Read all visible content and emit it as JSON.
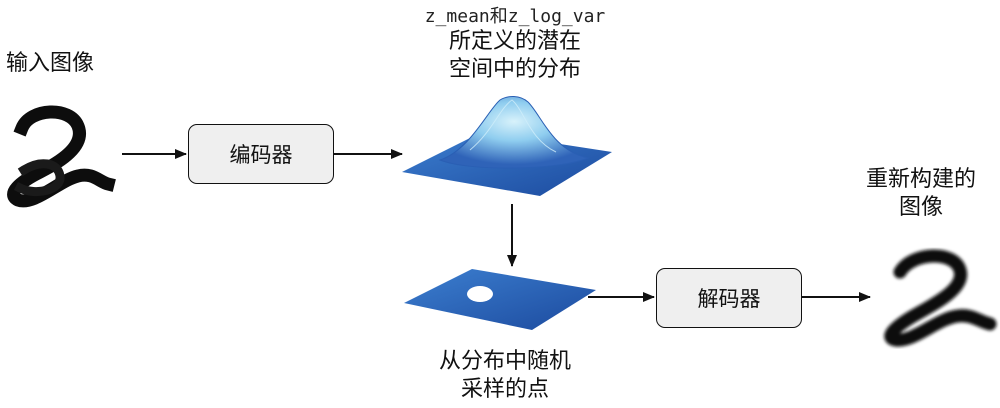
{
  "input": {
    "label": "输入图像"
  },
  "encoder": {
    "label": "编码器"
  },
  "decoder": {
    "label": "解码器"
  },
  "latent": {
    "code": "z_mean和z_log_var",
    "line1": "所定义的潜在",
    "line2": "空间中的分布"
  },
  "sample": {
    "line1": "从分布中随机",
    "line2": "采样的点"
  },
  "output": {
    "line1": "重新构建的",
    "line2": "图像"
  },
  "colors": {
    "surface_dark": "#1f4fa8",
    "surface_light": "#9fd4f0",
    "plane": "#2b5fb8",
    "box_fill": "#efefef",
    "stroke": "#111111"
  }
}
